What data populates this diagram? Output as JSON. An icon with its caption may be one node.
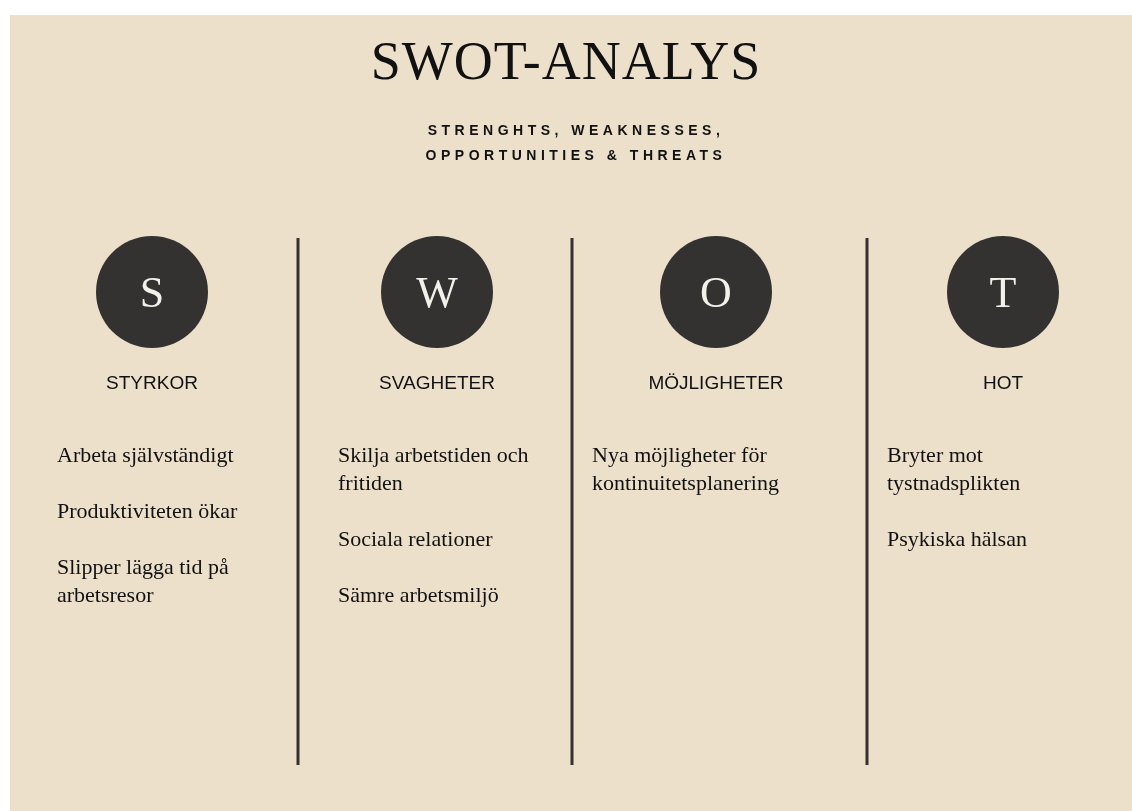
{
  "diagram": {
    "title": "SWOT-ANALYS",
    "nodes": [
      {
        "text": [
          "S"
        ],
        "beside": [
          "STYRKOR"
        ]
      },
      {
        "text": [
          "W"
        ],
        "beside": [
          "SVAGHETER"
        ]
      },
      {
        "text": [
          "O"
        ],
        "beside": [
          "MÖJLIGHETER"
        ]
      },
      {
        "text": [
          "T"
        ],
        "beside": [
          "HOT"
        ]
      }
    ],
    "edges": [],
    "labels": [
      "STRENGHTS, WEAKNESSES, OPPORTUNITIES & THREATS",
      "Arbeta självständigt",
      "Produktiviteten ökar",
      "Slipper lägga tid på arbetsresor",
      "Skilja arbetstiden och fritiden",
      "Sociala relationer",
      "Sämre arbetsmiljö",
      "Nya möjligheter för kontinuitetsplanering",
      "Bryter mot tystnadsplikten",
      "Psykiska hälsan"
    ]
  }
}
